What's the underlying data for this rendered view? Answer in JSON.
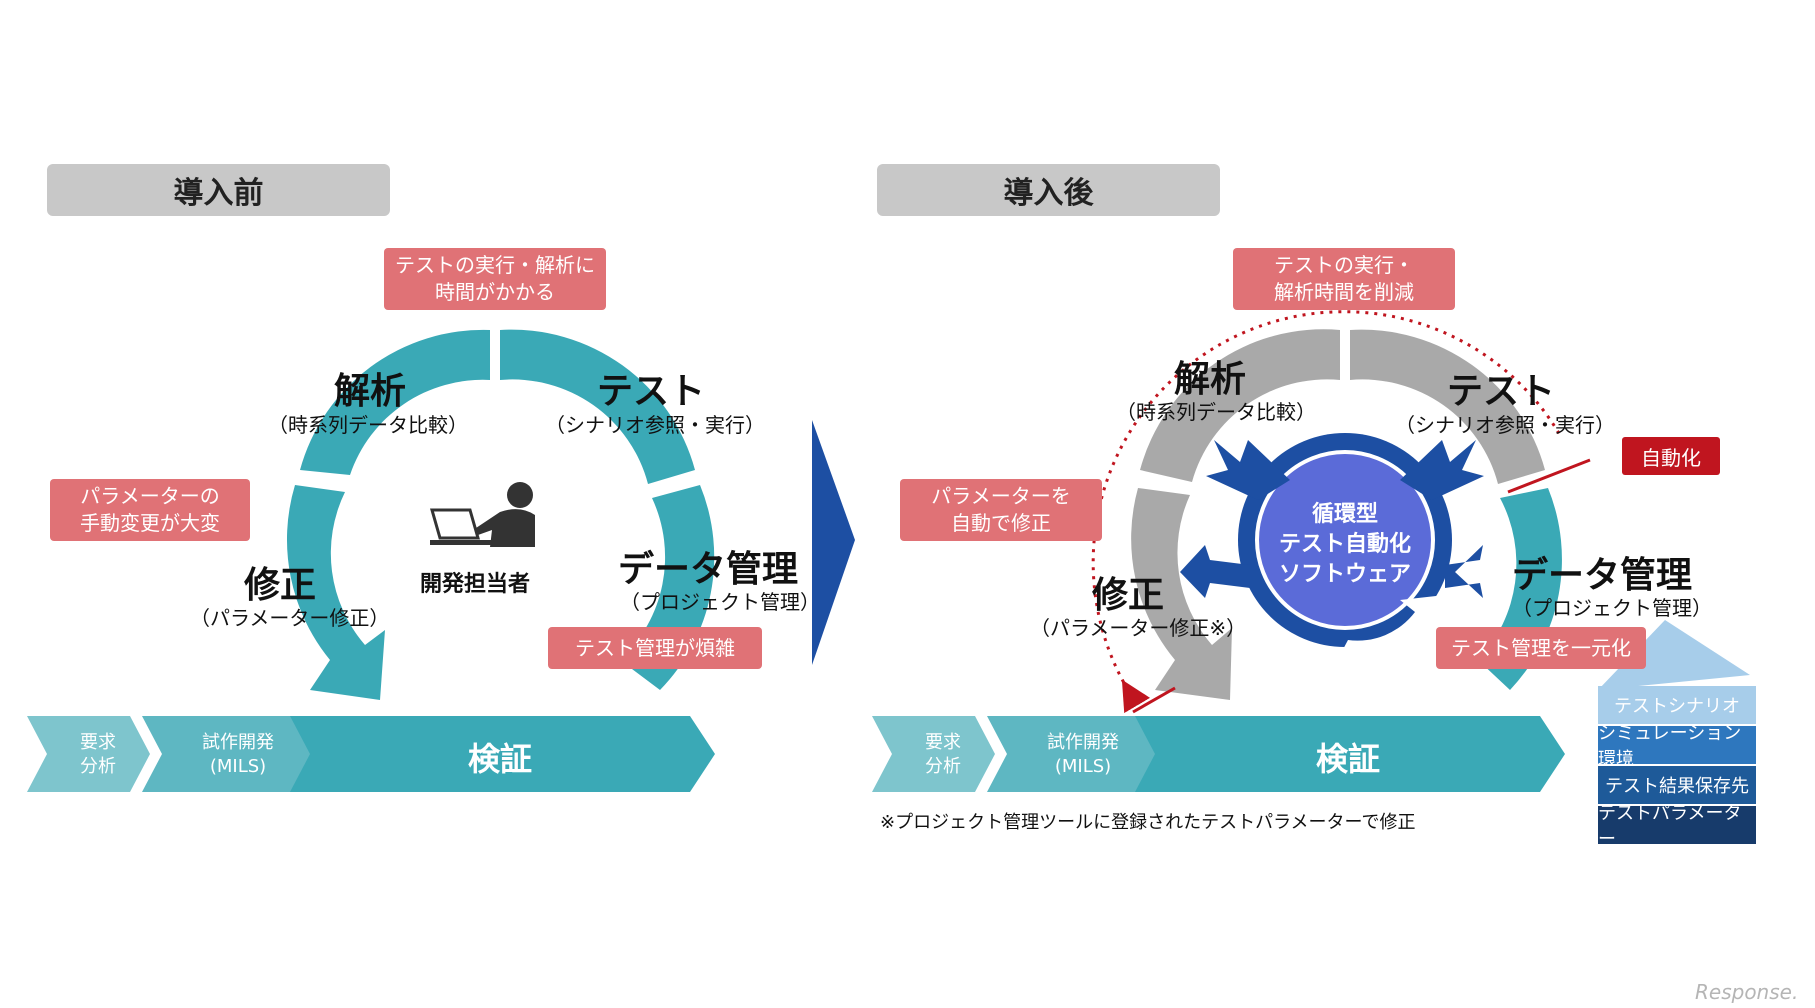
{
  "before": {
    "header": "導入前",
    "callout_top": "テストの実行・解析に\n時間がかかる",
    "callout_left": "パラメーターの\n手動変更が大変",
    "callout_right": "テスト管理が煩雑",
    "stages": {
      "analysis": {
        "title": "解析",
        "sub": "（時系列データ比較）"
      },
      "test": {
        "title": "テスト",
        "sub": "（シナリオ参照・実行）"
      },
      "data": {
        "title": "データ管理",
        "sub": "（プロジェクト管理）"
      },
      "fix": {
        "title": "修正",
        "sub": "（パラメーター修正）"
      }
    },
    "person": "開発担当者",
    "chevrons": {
      "req": "要求\n分析",
      "proto": "試作開発\n(MILS)",
      "verify": "検証"
    }
  },
  "after": {
    "header": "導入後",
    "callout_top": "テストの実行・\n解析時間を削減",
    "callout_left": "パラメーターを\n自動で修正",
    "callout_right": "テスト管理を一元化",
    "auto_tag": "自動化",
    "stages": {
      "analysis": {
        "title": "解析",
        "sub": "（時系列データ比較）"
      },
      "test": {
        "title": "テスト",
        "sub": "（シナリオ参照・実行）"
      },
      "data": {
        "title": "データ管理",
        "sub": "（プロジェクト管理）"
      },
      "fix": {
        "title": "修正",
        "sub": "（パラメーター修正※）"
      }
    },
    "center": "循環型\nテスト自動化\nソフトウェア",
    "chevrons": {
      "req": "要求\n分析",
      "proto": "試作開発\n(MILS)",
      "verify": "検証"
    },
    "footnote": "※プロジェクト管理ツールに登録されたテストパラメーターで修正",
    "stack": [
      "テストシナリオ",
      "シミュレーション環境",
      "テスト結果保存先",
      "テストパラメーター"
    ]
  },
  "watermark": "Response.",
  "colors": {
    "teal": "#3aa9b6",
    "gray_ring": "#a9a9a9",
    "callout": "#e07276",
    "navy": "#1d4fa3",
    "accent_red": "#c0151f",
    "stack": [
      "#a7cdea",
      "#2e77be",
      "#1e5a99",
      "#173b6b"
    ]
  },
  "icons": [
    "person-at-laptop-icon",
    "transition-arrow-icon"
  ]
}
